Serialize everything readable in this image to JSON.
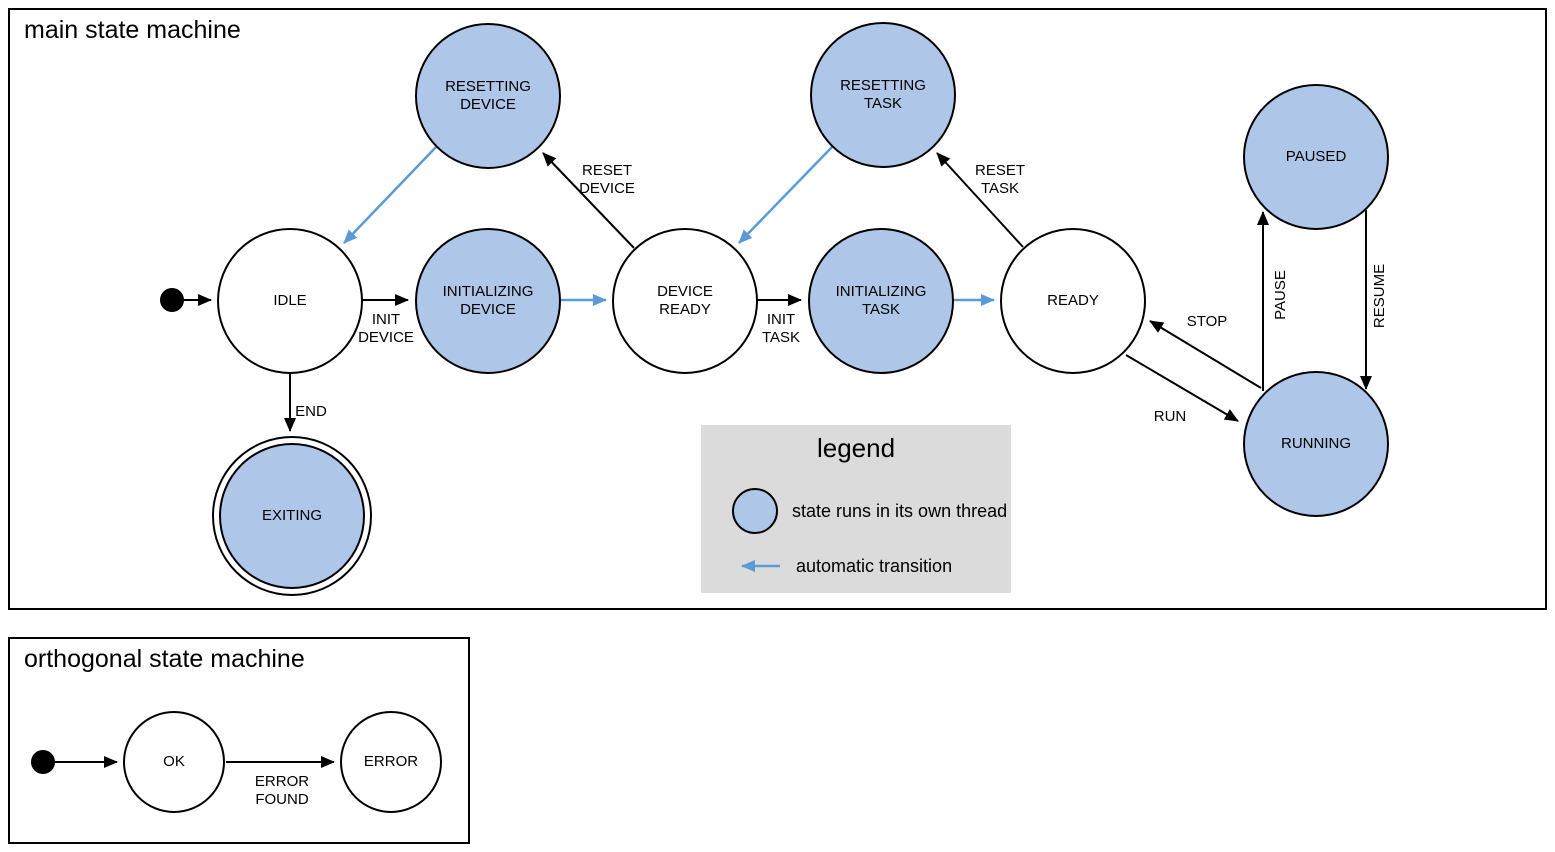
{
  "colors": {
    "state_fill": "#aec6e8",
    "auto_transition_blue": "#5b9bd5",
    "stroke": "#000000",
    "legend_bg": "#dbdbdb"
  },
  "main": {
    "title": "main state machine",
    "states": [
      {
        "id": "idle",
        "label": "IDLE",
        "threaded": false,
        "final": false
      },
      {
        "id": "resetting-device",
        "label": "RESETTING\nDEVICE",
        "threaded": true,
        "final": false
      },
      {
        "id": "initializing-device",
        "label": "INITIALIZING\nDEVICE",
        "threaded": true,
        "final": false
      },
      {
        "id": "device-ready",
        "label": "DEVICE\nREADY",
        "threaded": false,
        "final": false
      },
      {
        "id": "resetting-task",
        "label": "RESETTING\nTASK",
        "threaded": true,
        "final": false
      },
      {
        "id": "initializing-task",
        "label": "INITIALIZING\nTASK",
        "threaded": true,
        "final": false
      },
      {
        "id": "ready",
        "label": "READY",
        "threaded": false,
        "final": false
      },
      {
        "id": "paused",
        "label": "PAUSED",
        "threaded": true,
        "final": false
      },
      {
        "id": "running",
        "label": "RUNNING",
        "threaded": true,
        "final": false
      },
      {
        "id": "exiting",
        "label": "EXITING",
        "threaded": true,
        "final": true
      }
    ],
    "transitions": {
      "init_device": "INIT\nDEVICE",
      "reset_device": "RESET\nDEVICE",
      "init_task": "INIT\nTASK",
      "reset_task": "RESET\nTASK",
      "stop": "STOP",
      "run": "RUN",
      "pause": "PAUSE",
      "resume": "RESUME",
      "end": "END"
    }
  },
  "legend": {
    "title": "legend",
    "items": [
      {
        "swatch": "threaded-state-circle",
        "label": "state runs in its own thread"
      },
      {
        "swatch": "automatic-transition-arrow",
        "label": "automatic transition"
      }
    ]
  },
  "orthogonal": {
    "title": "orthogonal state machine",
    "states": [
      {
        "id": "ok",
        "label": "OK"
      },
      {
        "id": "error",
        "label": "ERROR"
      }
    ],
    "transitions": {
      "error_found": "ERROR\nFOUND"
    }
  }
}
